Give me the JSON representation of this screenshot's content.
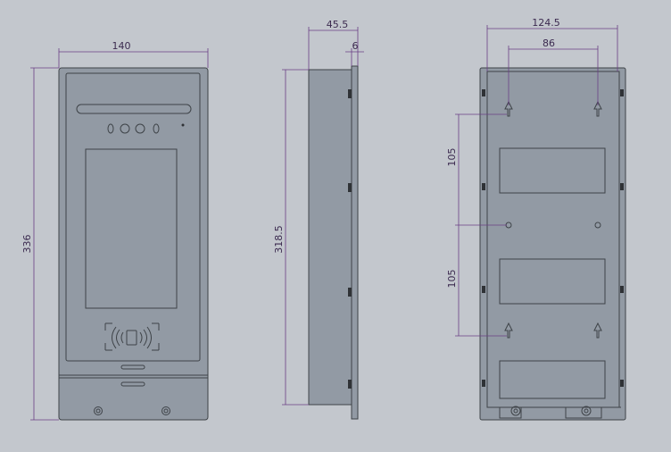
{
  "front_view": {
    "width_label": "140",
    "height_label": "336"
  },
  "side_view": {
    "depth_label": "45.5",
    "plate_label": "6",
    "height_label": "318.5"
  },
  "back_view": {
    "outer_width_label": "124.5",
    "hole_spacing_label": "86",
    "upper_vertical_label": "105",
    "lower_vertical_label": "105"
  },
  "colors": {
    "background": "#c3c7cd",
    "part": "#929aa4",
    "outline": "#3e4348",
    "dimension": "#6a3f86"
  }
}
